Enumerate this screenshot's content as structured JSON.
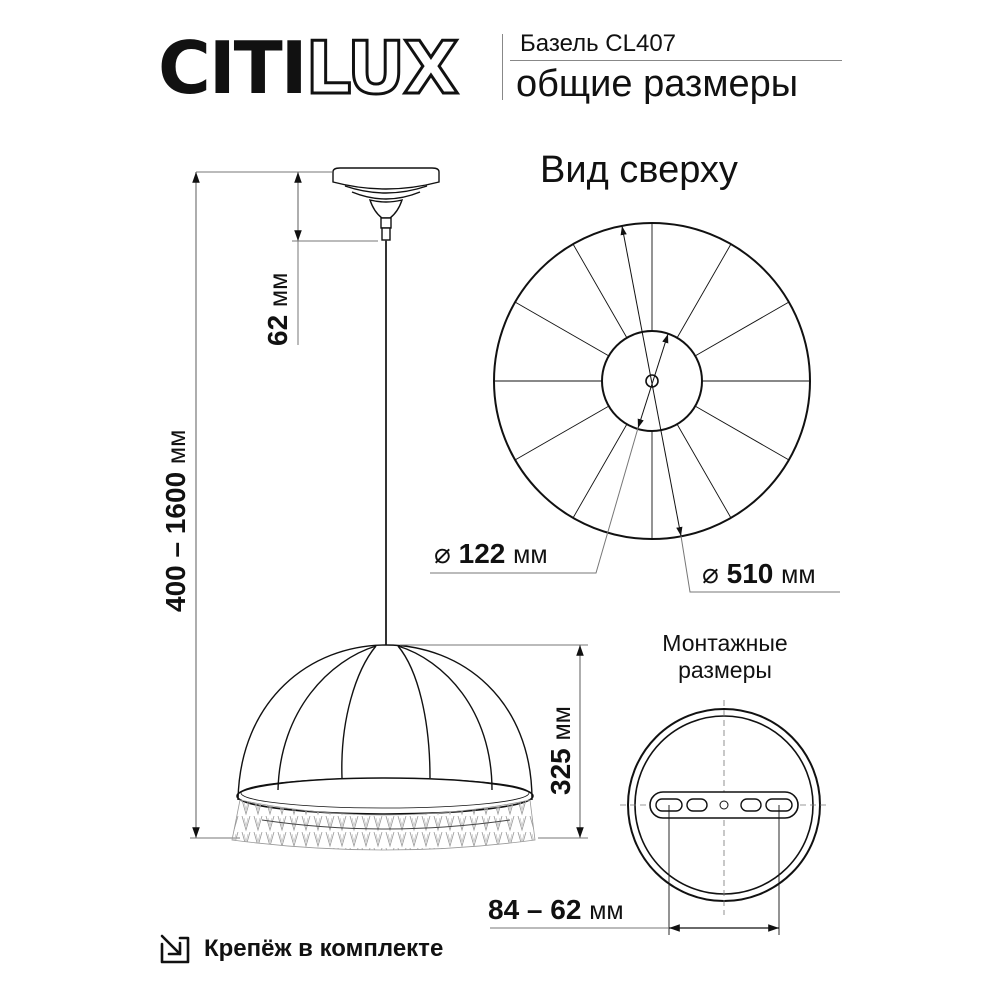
{
  "header": {
    "brand": {
      "solid_part": "CITI",
      "outline_part": "LUX"
    },
    "model": "Базель CL407",
    "subtitle": "общие размеры"
  },
  "side_view": {
    "dimensions": {
      "total_height": {
        "value": "400 – 1600",
        "unit": "мм"
      },
      "canopy_height": {
        "value": "62",
        "unit": "мм"
      },
      "shade_height": {
        "value": "325",
        "unit": "мм"
      }
    }
  },
  "top_view": {
    "title": "Вид сверху",
    "dimensions": {
      "inner_diameter": {
        "symbol": "⌀",
        "value": "122",
        "unit": "мм"
      },
      "outer_diameter": {
        "symbol": "⌀",
        "value": "510",
        "unit": "мм"
      }
    }
  },
  "mounting_view": {
    "title_line1": "Монтажные",
    "title_line2": "размеры",
    "dimensions": {
      "mount_spacing": {
        "value": "84 – 62",
        "unit": "мм"
      }
    }
  },
  "footer": {
    "icon": "arrow-into-box-icon",
    "text": "Крепёж в комплекте"
  },
  "colors": {
    "line": "#111111",
    "dim_line": "#777777",
    "background": "#ffffff"
  }
}
